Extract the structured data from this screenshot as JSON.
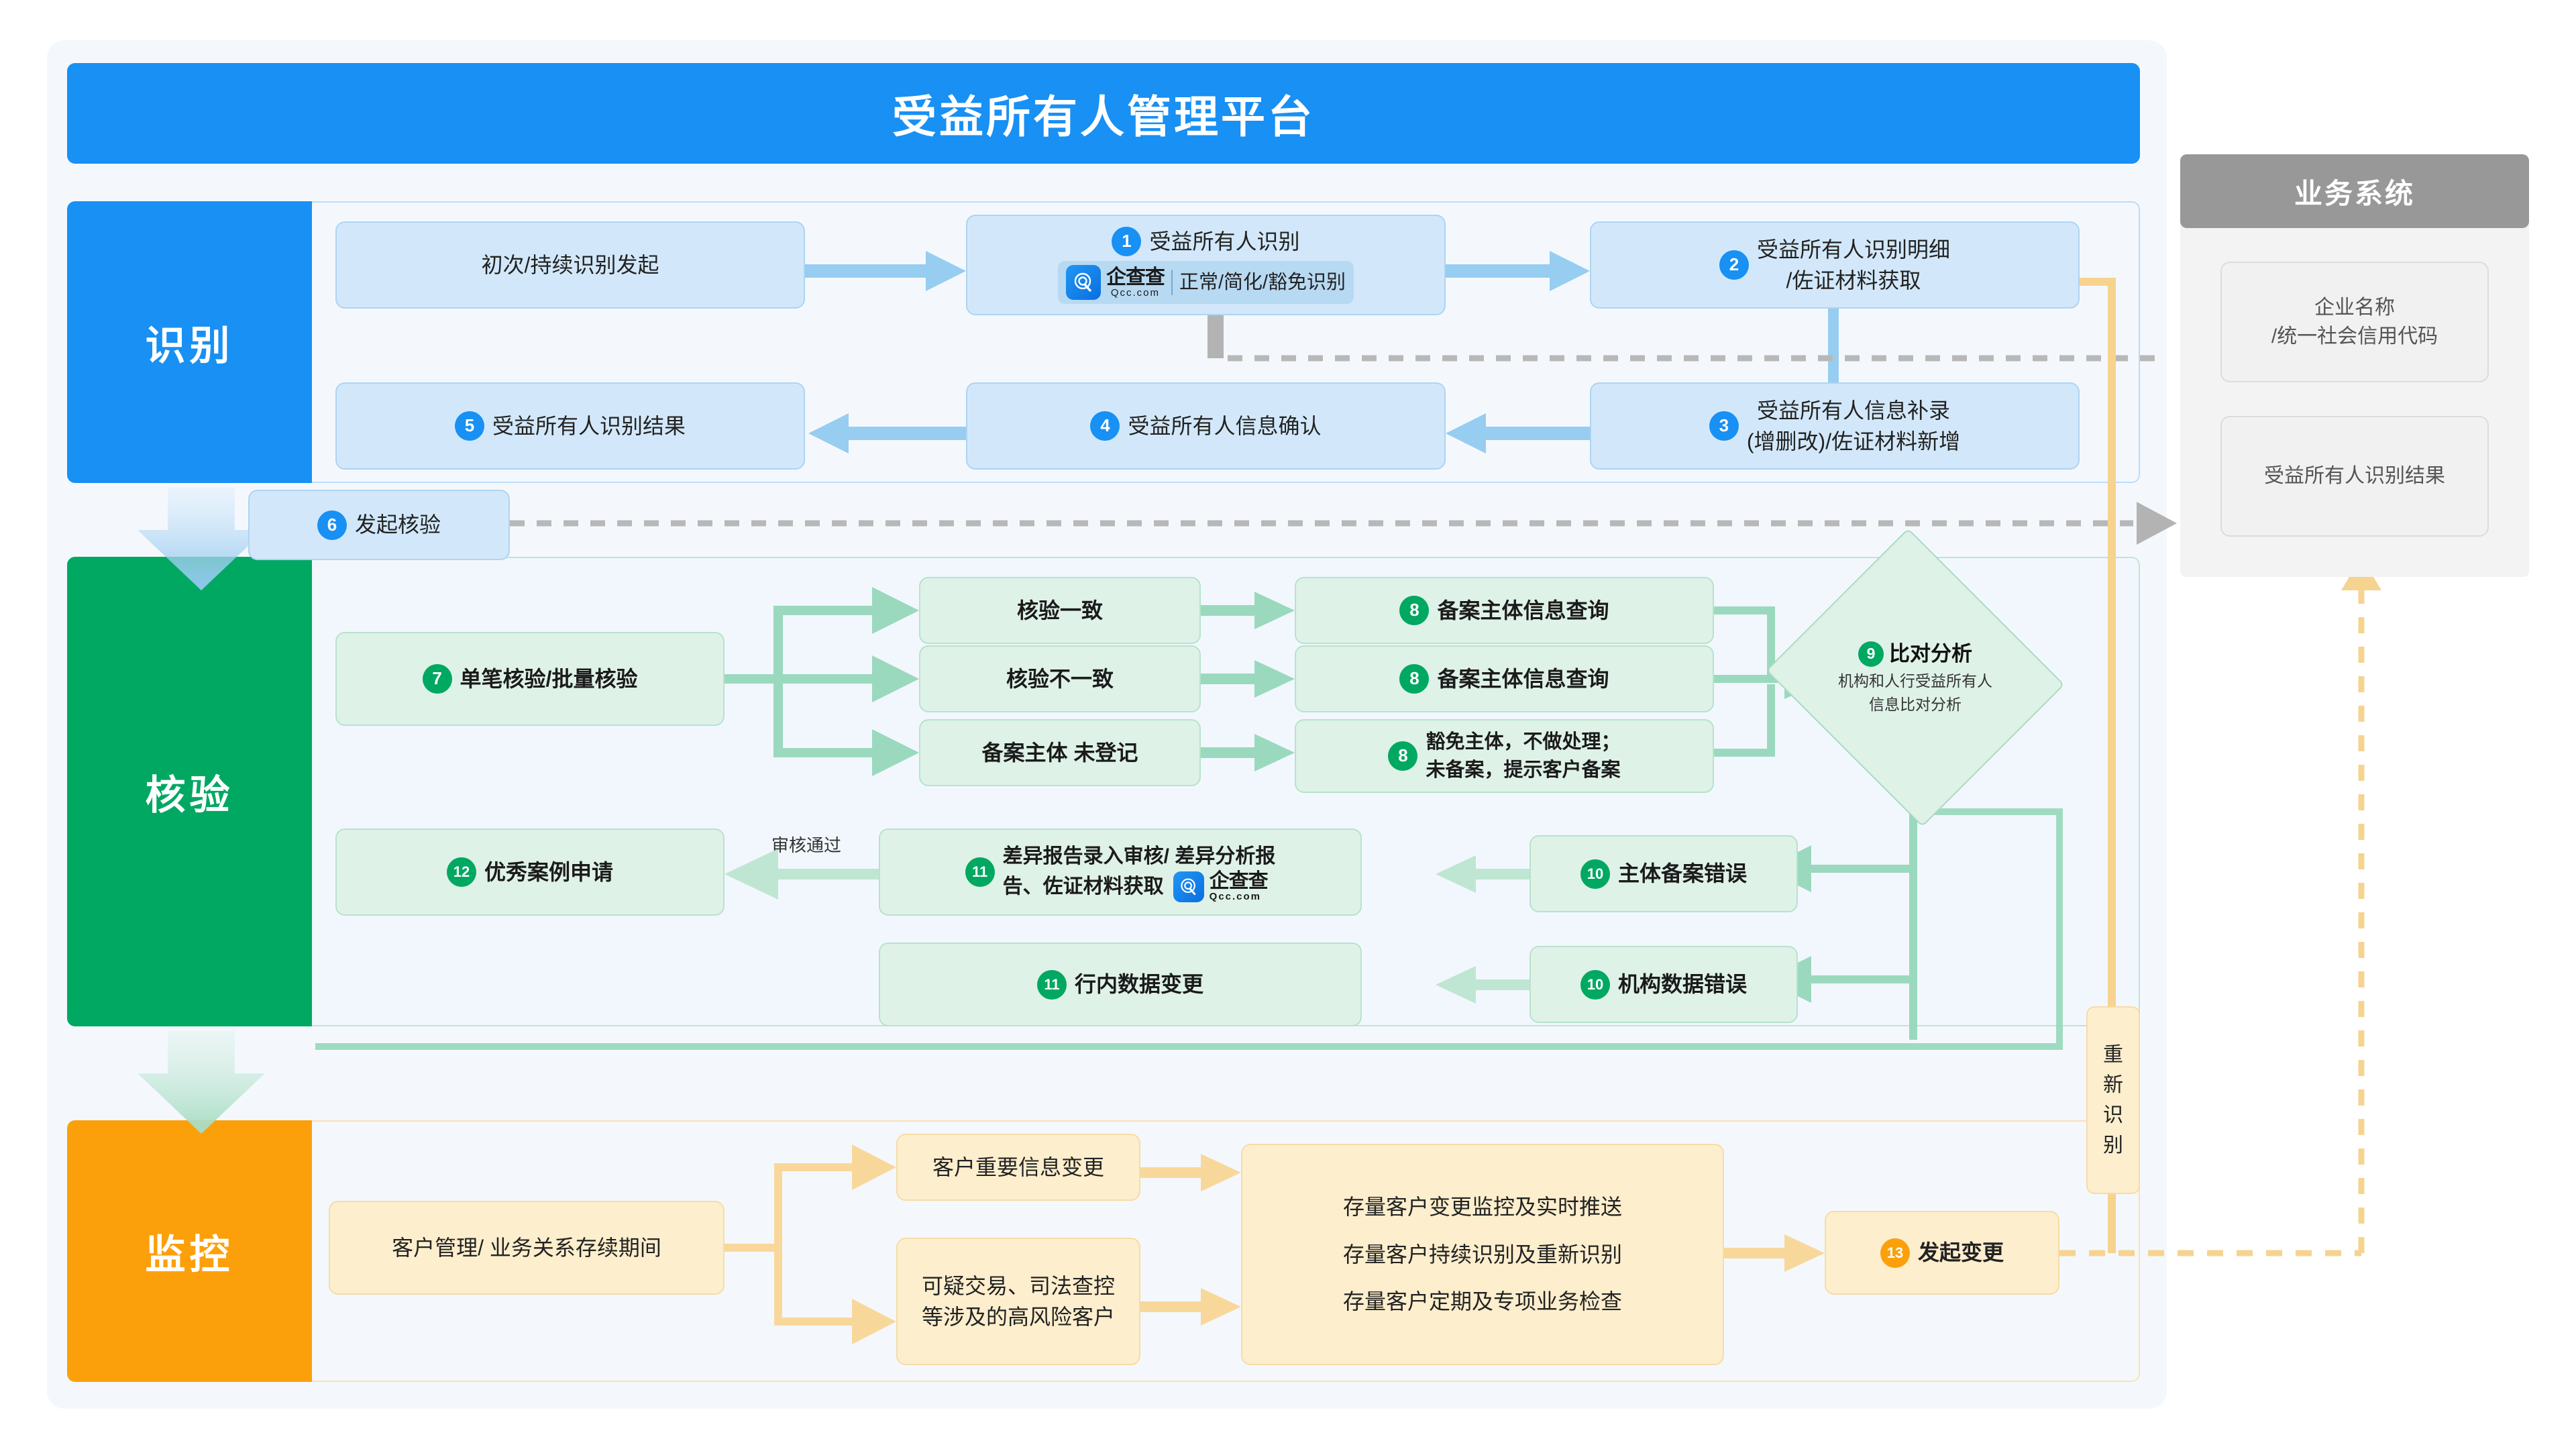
{
  "page": {
    "title": "受益所有人管理平台",
    "colors": {
      "identify": "#1890f4",
      "verify": "#00a862",
      "monitor": "#fba00b",
      "business": "#989898",
      "panel_bg": "#f4f8fd"
    }
  },
  "stages": [
    {
      "key": "identify",
      "label": "识别"
    },
    {
      "key": "verify",
      "label": "核验"
    },
    {
      "key": "monitor",
      "label": "监控"
    }
  ],
  "identify": {
    "start": {
      "text": "初次/持续识别发起"
    },
    "step1": {
      "num": "1",
      "text": "受益所有人识别",
      "logo_cn": "企查查",
      "logo_en": "Qcc.com",
      "note": "正常/简化/豁免识别"
    },
    "step2": {
      "num": "2",
      "line1": "受益所有人识别明细",
      "line2": "/佐证材料获取"
    },
    "step3": {
      "num": "3",
      "line1": "受益所有人信息补录",
      "line2": "(增删改)/佐证材料新增"
    },
    "step4": {
      "num": "4",
      "text": "受益所有人信息确认"
    },
    "step5": {
      "num": "5",
      "text": "受益所有人识别结果"
    },
    "step6": {
      "num": "6",
      "text": "发起核验"
    }
  },
  "verify": {
    "step7": {
      "num": "7",
      "text": "单笔核验/批量核验"
    },
    "branch1": {
      "text": "核验一致"
    },
    "branch2": {
      "text": "核验不一致"
    },
    "branch3": {
      "text": "备案主体 未登记"
    },
    "step8a": {
      "num": "8",
      "text": "备案主体信息查询"
    },
    "step8b": {
      "num": "8",
      "text": "备案主体信息查询"
    },
    "step8c": {
      "num": "8",
      "line1": "豁免主体，不做处理；",
      "line2": "未备案，提示客户备案"
    },
    "step9": {
      "num": "9",
      "title": "比对分析",
      "sub1": "机构和人行受益所有人",
      "sub2": "信息比对分析"
    },
    "step10a": {
      "num": "10",
      "text": "主体备案错误"
    },
    "step10b": {
      "num": "10",
      "text": "机构数据错误"
    },
    "step11a": {
      "num": "11",
      "line1": "差异报告录入审核/ 差异分析报",
      "line2": "告、佐证材料获取",
      "logo_cn": "企查查",
      "logo_en": "Qcc.com"
    },
    "step11b": {
      "num": "11",
      "text": "行内数据变更"
    },
    "step12": {
      "num": "12",
      "text": "优秀案例申请"
    },
    "edge_approved": "审核通过"
  },
  "monitor": {
    "source": {
      "text": "客户管理/ 业务关系存续期间"
    },
    "trigger1": {
      "text": "客户重要信息变更"
    },
    "trigger2": {
      "line1": "可疑交易、司法查控",
      "line2": "等涉及的高风险客户"
    },
    "actions": {
      "line1": "存量客户变更监控及实时推送",
      "line2": "存量客户持续识别及重新识别",
      "line3": "存量客户定期及专项业务检查"
    },
    "step13": {
      "num": "13",
      "text": "发起变更"
    }
  },
  "business_system": {
    "title": "业务系统",
    "items": [
      {
        "line1": "企业名称",
        "line2": "/统一社会信用代码"
      },
      {
        "line1": "受益所有人识别结果",
        "line2": ""
      }
    ]
  },
  "side_label": {
    "chars": [
      "重",
      "新",
      "识",
      "别"
    ]
  }
}
